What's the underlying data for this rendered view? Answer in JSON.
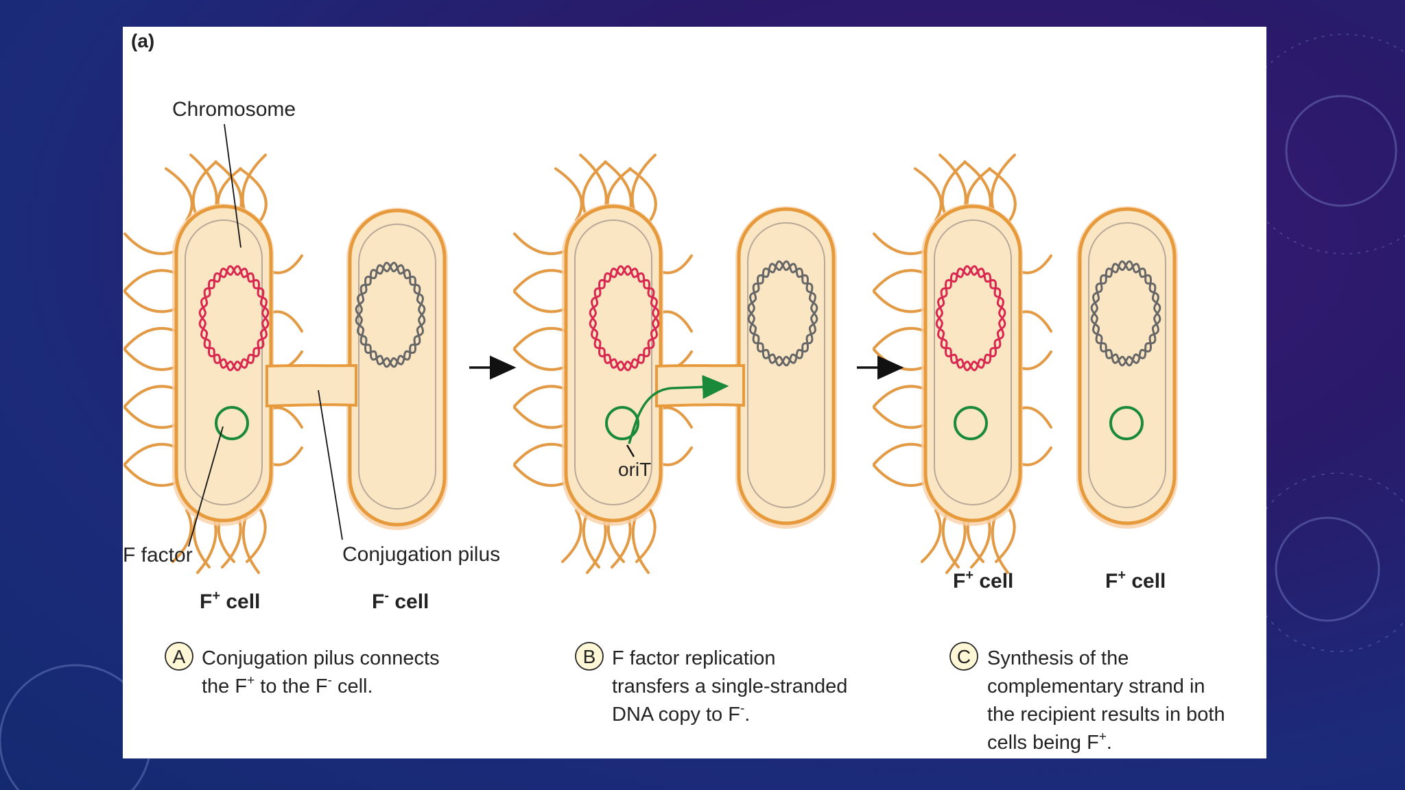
{
  "figure": {
    "panel_label": "(a)",
    "callouts": {
      "chromosome": "Chromosome",
      "f_factor": "F factor",
      "conjugation_pilus": "Conjugation pilus",
      "orit": "oriT"
    },
    "cell_labels": {
      "a_left": {
        "base": "F",
        "sup": "+",
        "rest": " cell"
      },
      "a_right": {
        "base": "F",
        "sup": "-",
        "rest": " cell"
      },
      "c_left": {
        "base": "F",
        "sup": "+",
        "rest": " cell"
      },
      "c_right": {
        "base": "F",
        "sup": "+",
        "rest": " cell"
      }
    },
    "steps": [
      {
        "letter": "A",
        "lines": [
          {
            "t1": "Conjugation pilus connects"
          },
          {
            "t1": "the F",
            "sup1": "+",
            "t2": " to the F",
            "sup2": "-",
            "t3": " cell."
          }
        ]
      },
      {
        "letter": "B",
        "lines": [
          {
            "t1": "F factor replication"
          },
          {
            "t1": "transfers a single-stranded"
          },
          {
            "t1": "DNA copy to F",
            "sup1": "-",
            "t2": "."
          }
        ]
      },
      {
        "letter": "C",
        "lines": [
          {
            "t1": "Synthesis of the"
          },
          {
            "t1": "complementary strand in"
          },
          {
            "t1": "the recipient results in both"
          },
          {
            "t1": "cells being F",
            "sup1": "+",
            "t2": "."
          }
        ]
      }
    ]
  },
  "colors": {
    "background_top": "#3a1a78",
    "background_bottom": "#142a70",
    "cell_fill": "#fbe6c4",
    "cell_outline": "#e79a3c",
    "pili": "#e39a45",
    "chromosome_donor": "#d9274f",
    "chromosome_recipient": "#666666",
    "f_factor": "#1a8a3a",
    "transfer_arrow": "#1a8a3a"
  }
}
